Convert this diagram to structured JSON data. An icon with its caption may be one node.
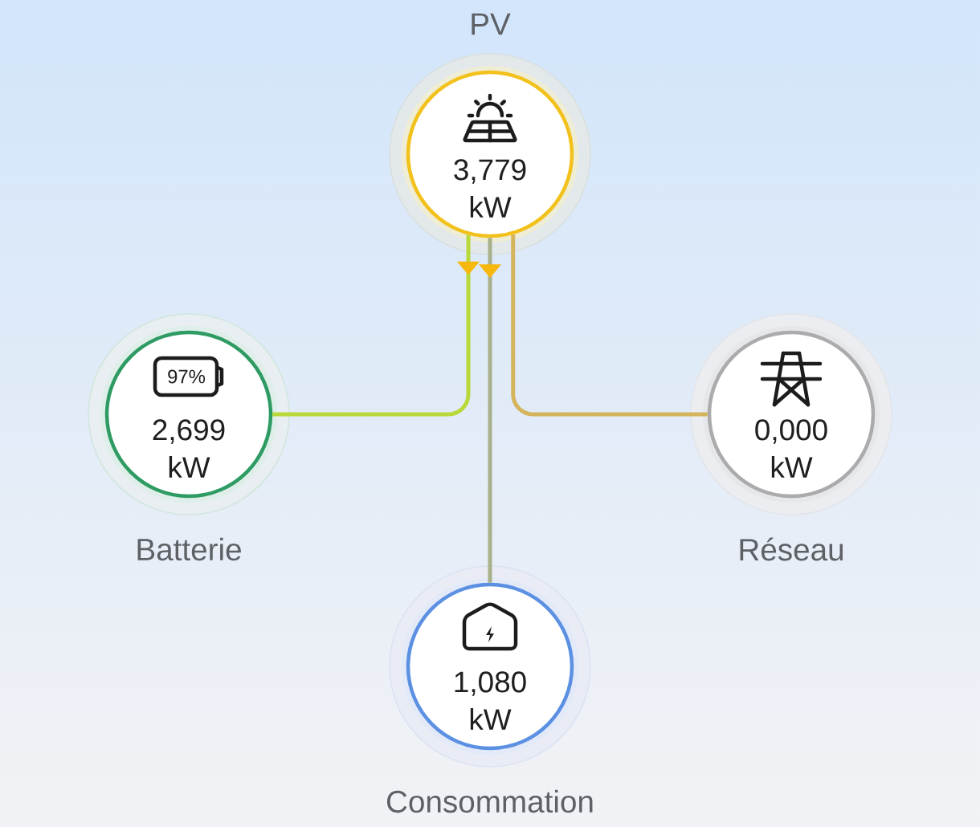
{
  "diagram": {
    "nodes": [
      {
        "text": [
          "3,779 kW"
        ],
        "beside": [
          "PV"
        ]
      },
      {
        "text": [
          "97%",
          "2,699 kW"
        ],
        "beside": [
          "Batterie"
        ]
      },
      {
        "text": [
          "0,000 kW"
        ],
        "beside": [
          "Réseau"
        ]
      },
      {
        "text": [
          "1,080 kW"
        ],
        "beside": [
          "Consommation"
        ]
      }
    ],
    "edges": [
      {
        "from": 0,
        "to": 1,
        "arrow": "to",
        "color": "#b9d83a"
      },
      {
        "from": 0,
        "to": 3,
        "arrow": "to",
        "color": "#a9b08c"
      },
      {
        "from": 0,
        "to": 2,
        "arrow": "none",
        "color": "#d4b45c"
      }
    ]
  }
}
